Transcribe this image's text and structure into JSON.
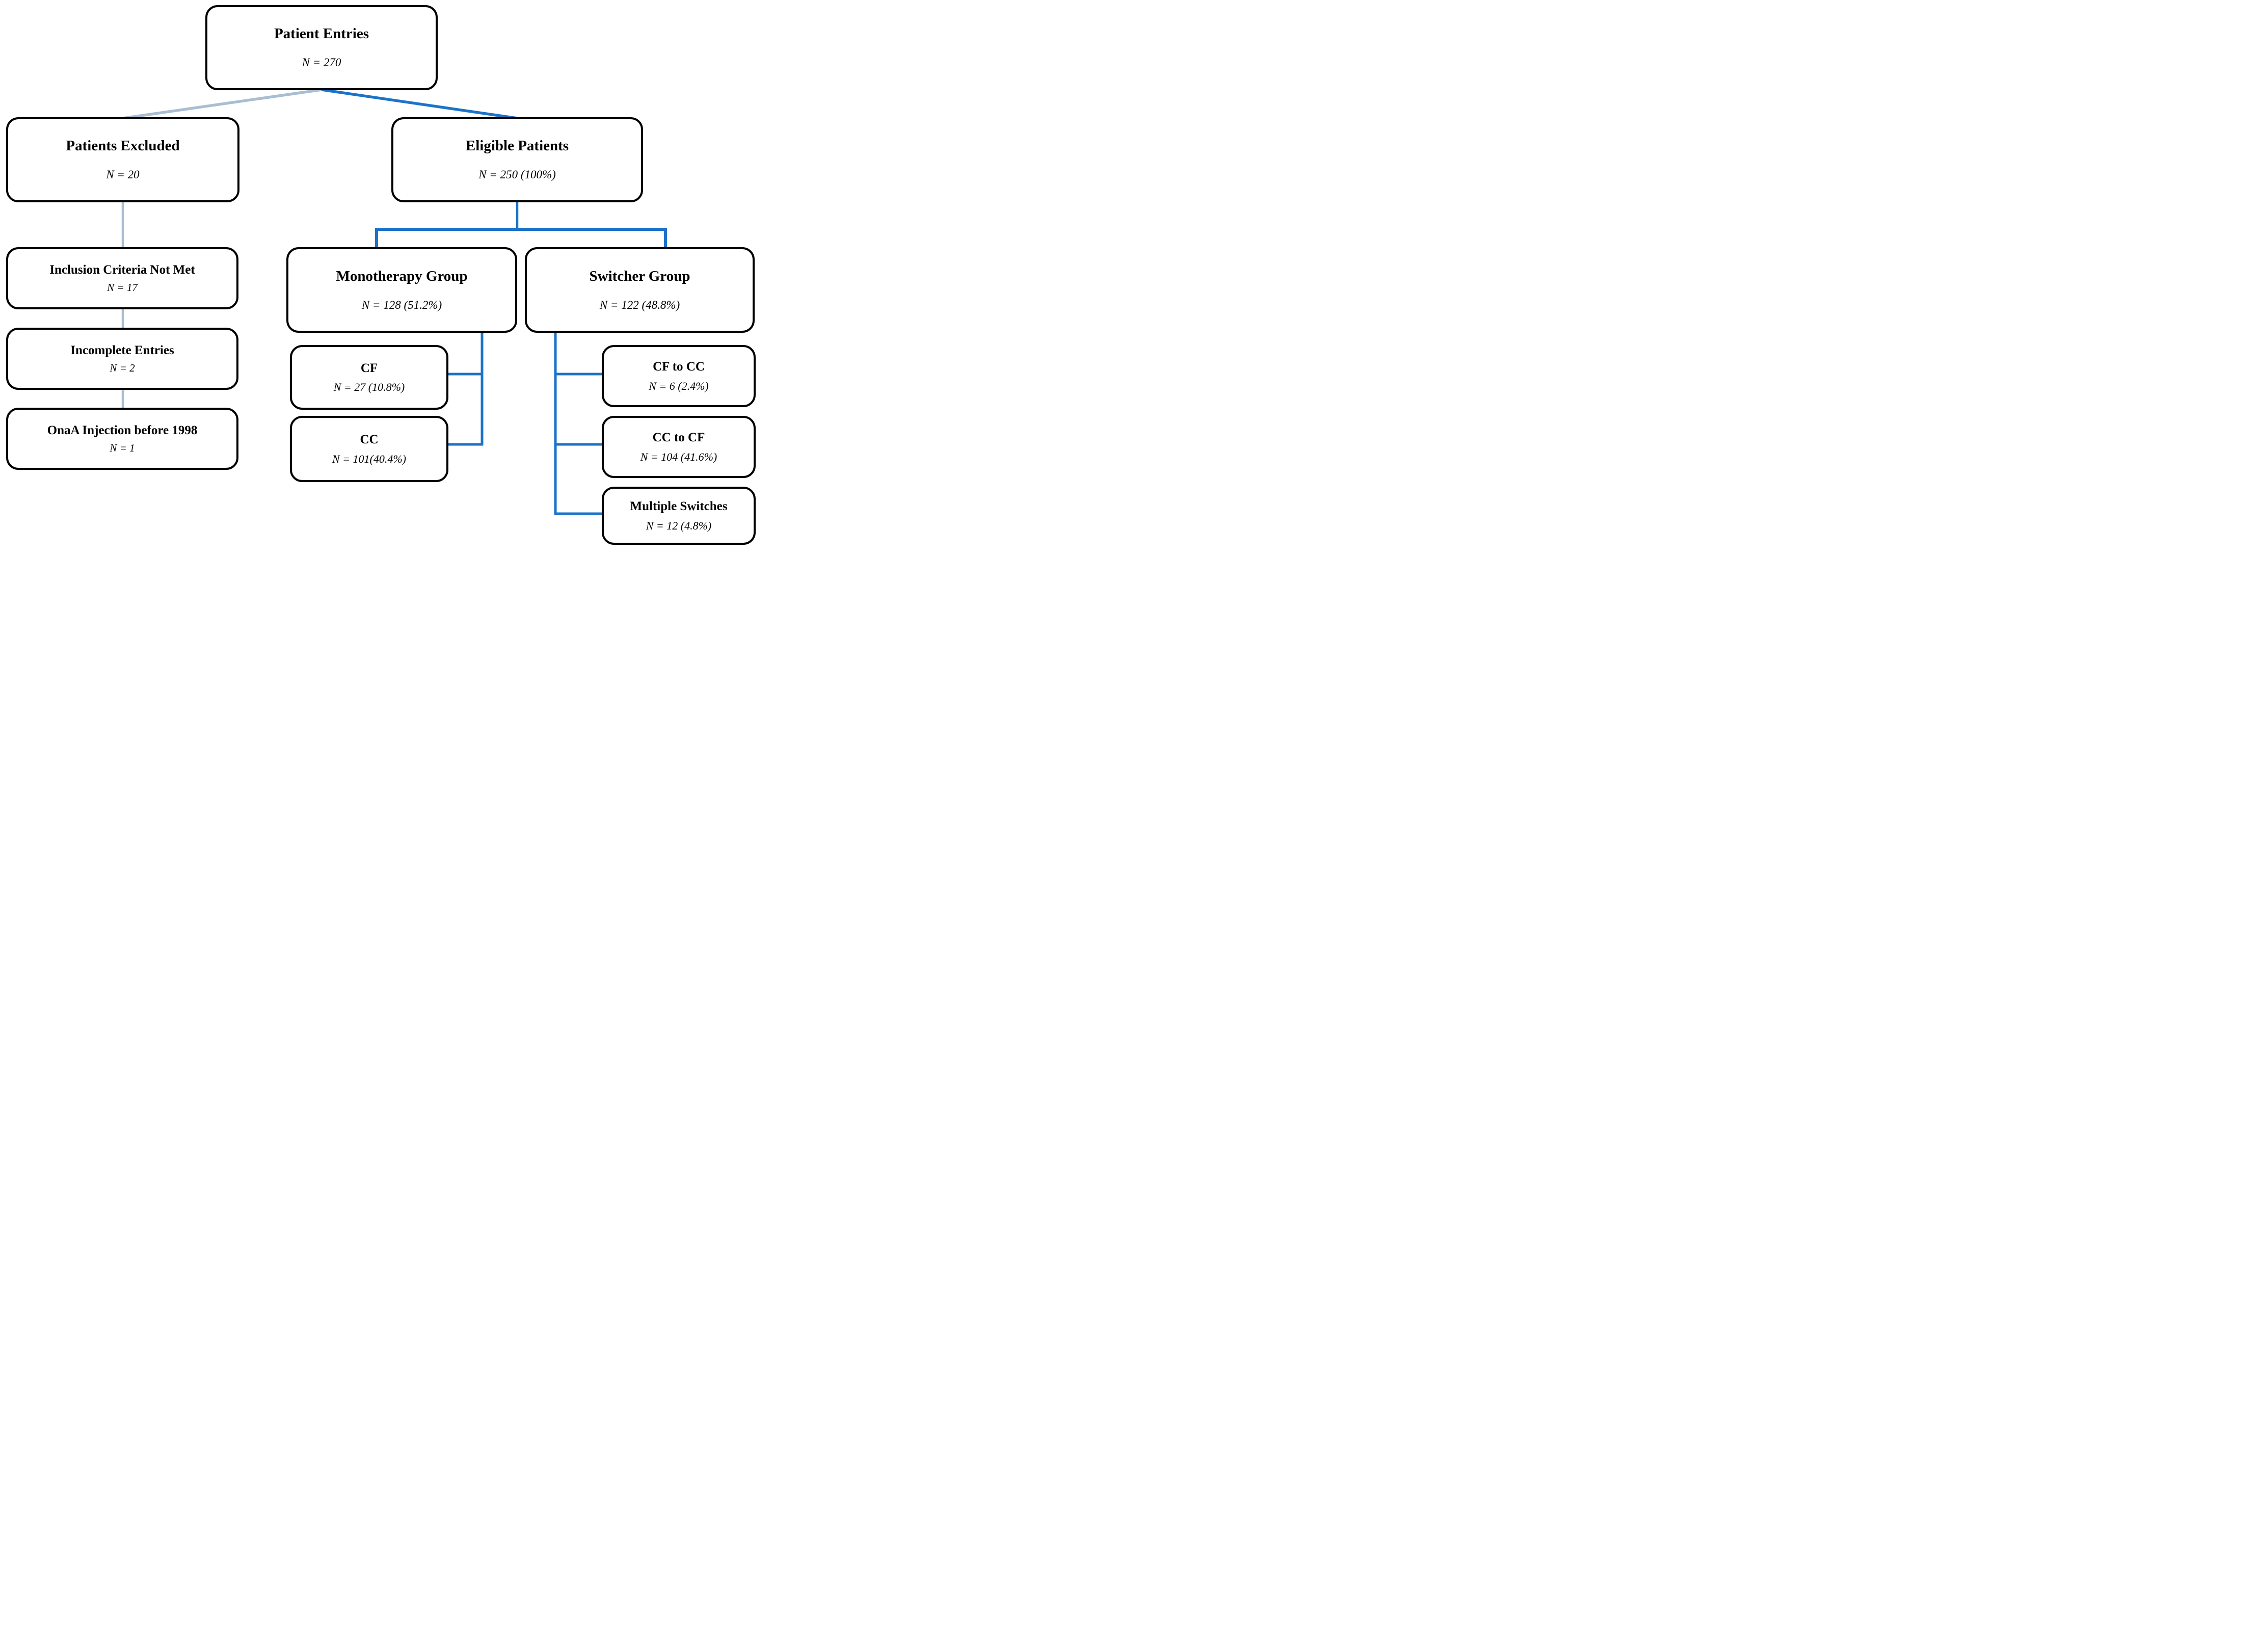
{
  "diagram": {
    "nodes": {
      "patient_entries": {
        "title": "Patient Entries",
        "n": "N = 270"
      },
      "patients_excluded": {
        "title": "Patients Excluded",
        "n": "N = 20"
      },
      "eligible_patients": {
        "title": "Eligible Patients",
        "n": "N = 250 (100%)"
      },
      "inclusion_not_met": {
        "title": "Inclusion Criteria Not Met",
        "n": "N = 17"
      },
      "incomplete_entries": {
        "title": "Incomplete Entries",
        "n": "N = 2"
      },
      "onaa_before_1998": {
        "title": "OnaA Injection before 1998",
        "n": "N = 1"
      },
      "monotherapy_group": {
        "title": "Monotherapy Group",
        "n": "N = 128 (51.2%)"
      },
      "switcher_group": {
        "title": "Switcher Group",
        "n": "N = 122 (48.8%)"
      },
      "cf": {
        "title": "CF",
        "n": "N = 27 (10.8%)"
      },
      "cc": {
        "title": "CC",
        "n": "N = 101(40.4%)"
      },
      "cf_to_cc": {
        "title": "CF to CC",
        "n": "N = 6 (2.4%)"
      },
      "cc_to_cf": {
        "title": "CC to CF",
        "n": "N = 104 (41.6%)"
      },
      "multiple_switches": {
        "title": "Multiple Switches",
        "n": "N = 12 (4.8%)"
      }
    },
    "colors": {
      "excluded_branch": "#a9bdd3",
      "main_branch": "#1b73c9",
      "box_border": "#000000",
      "box_fill": "#ffffff"
    }
  }
}
